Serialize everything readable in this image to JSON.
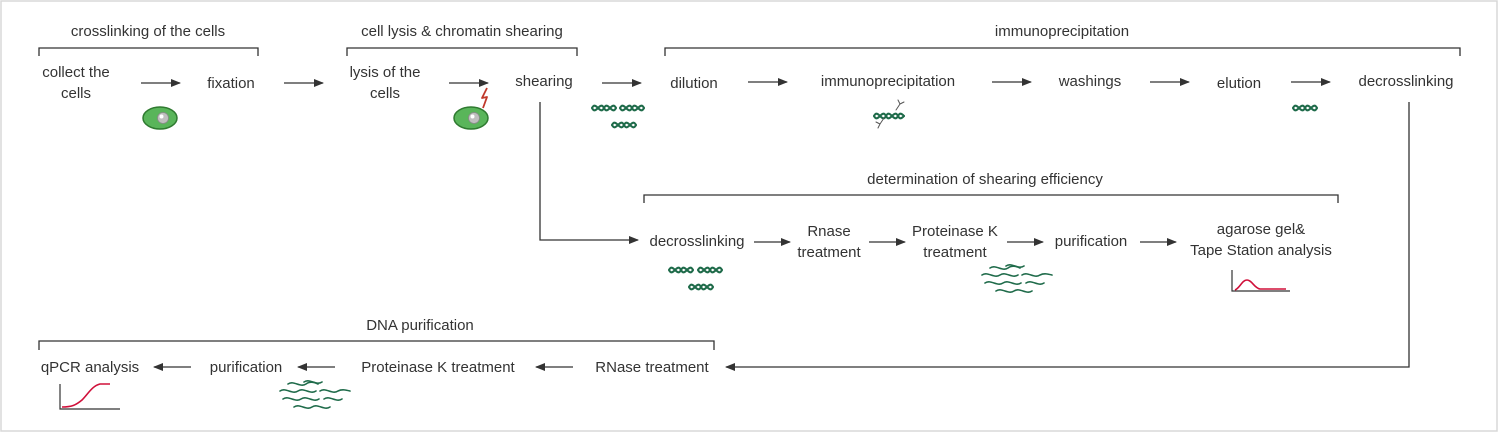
{
  "colors": {
    "line": "#333333",
    "dna": "#1f6b4a",
    "cell_fill": "#59b55a",
    "cell_stroke": "#2f7a30",
    "nucleus": "#bfbfbf",
    "lightning": "#c0392b",
    "curve": "#d0103a",
    "border": "#d8d8d8"
  },
  "brackets": {
    "crosslinking": "crosslinking of the cells",
    "lysis": "cell lysis & chromatin shearing",
    "ip": "immunoprecipitation",
    "shearing_eff": "determination of shearing efficiency",
    "dna_purif": "DNA purification"
  },
  "row1": {
    "collect": "collect the\ncells",
    "fixation": "fixation",
    "lysis": "lysis of the\ncells",
    "shearing": "shearing",
    "dilution": "dilution",
    "ip": "immunoprecipitation",
    "washings": "washings",
    "elution": "elution",
    "decross": "decrosslinking"
  },
  "row2": {
    "decross": "decrosslinking",
    "rnase": "Rnase\ntreatment",
    "protk": "Proteinase K\ntreatment",
    "purif": "purification",
    "agarose": "agarose gel&\nTape Station analysis"
  },
  "row3": {
    "rnase": "RNase treatment",
    "protk": "Proteinase K treatment",
    "purif": "purification",
    "qpcr": "qPCR analysis"
  },
  "icons": {
    "cell1": "cell-icon",
    "cell2": "lysed-cell-icon",
    "chromatin": "sheared-chromatin-icon",
    "antibody": "antibody-bound-chromatin-icon",
    "eluted": "eluted-fragment-icon",
    "decross": "decrosslinked-chromatin-icon",
    "dna1": "dna-fragments-icon",
    "dna2": "dna-fragments-icon",
    "tapestation": "tapestation-plot-icon",
    "qpcr": "qpcr-curve-icon"
  }
}
